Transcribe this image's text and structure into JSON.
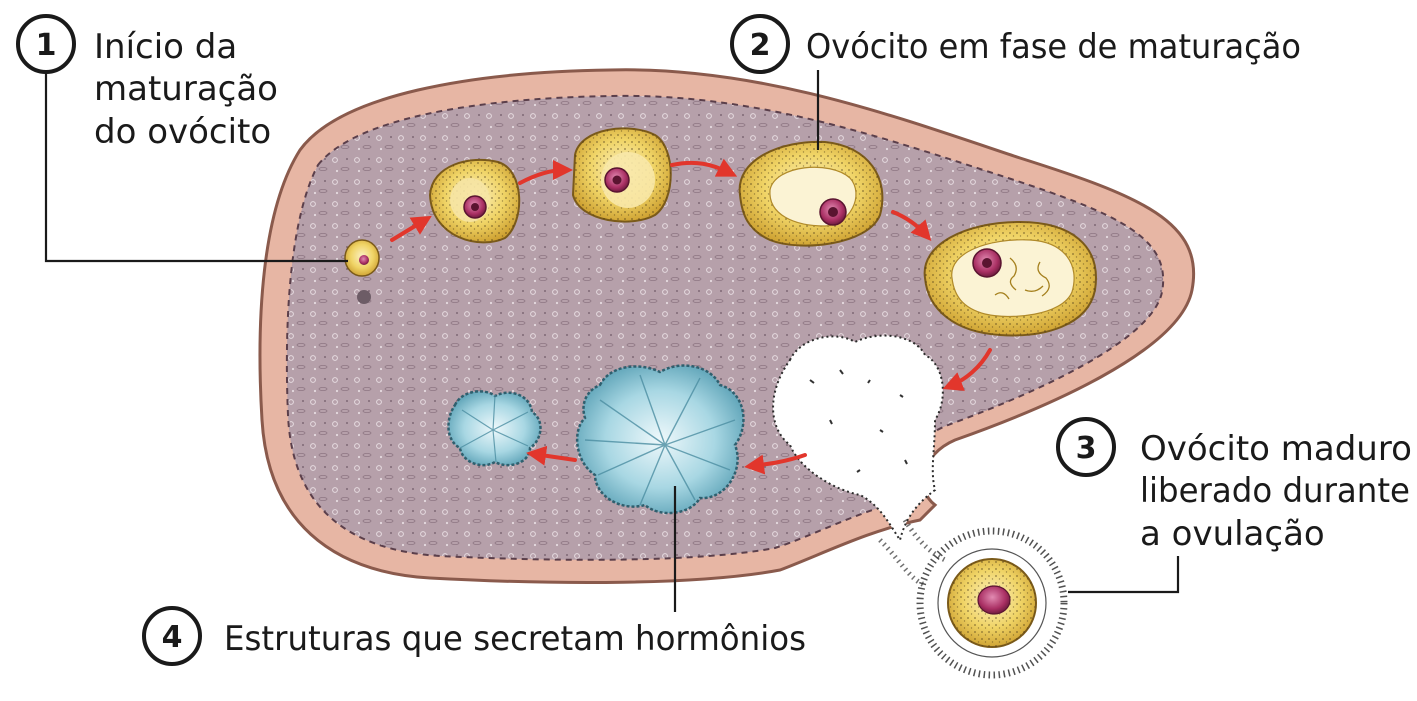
{
  "colors": {
    "capsule": "#e9b8a6",
    "stroma": "#b39aa6",
    "follicle": "#e7c34a",
    "follicle_inner": "#f8e8a8",
    "oocyte": "#b23a6a",
    "corpus_luteum": "#9fd0dd",
    "arrow": "#e2362c",
    "ink": "#1a1a1a"
  },
  "labels": [
    {
      "number": "1",
      "lines": [
        "Início da",
        "maturação",
        "do ovócito"
      ]
    },
    {
      "number": "2",
      "lines": [
        "Ovócito em fase de maturação"
      ]
    },
    {
      "number": "3",
      "lines": [
        "Ovócito maduro",
        "liberado durante",
        "a ovulação"
      ]
    },
    {
      "number": "4",
      "lines": [
        "Estruturas que secretam hormônios"
      ]
    }
  ]
}
